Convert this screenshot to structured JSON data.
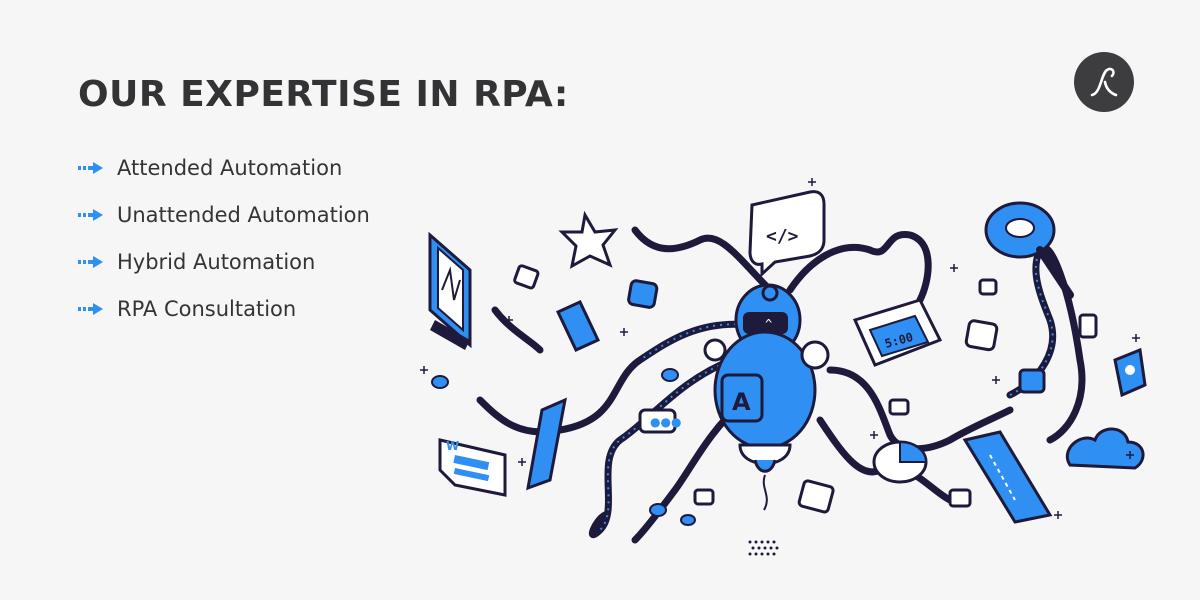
{
  "heading": {
    "title": "OUR EXPERTISE IN RPA:"
  },
  "expertise_list": {
    "items": [
      {
        "label": "Attended Automation",
        "icon": "arrow-right-icon"
      },
      {
        "label": "Unattended Automation",
        "icon": "arrow-right-icon"
      },
      {
        "label": "Hybrid Automation",
        "icon": "arrow-right-icon"
      },
      {
        "label": "RPA Consultation",
        "icon": "arrow-right-icon"
      }
    ]
  },
  "illustration": {
    "code_bubble_text": "</>",
    "clock_text": "5:00",
    "robot_letter": "A"
  },
  "colors": {
    "background": "#f6f6f6",
    "title": "#333335",
    "accent_blue": "#2f8ff2",
    "dark_navy": "#1e1a3c",
    "logo_bg": "#3d3d3f"
  }
}
